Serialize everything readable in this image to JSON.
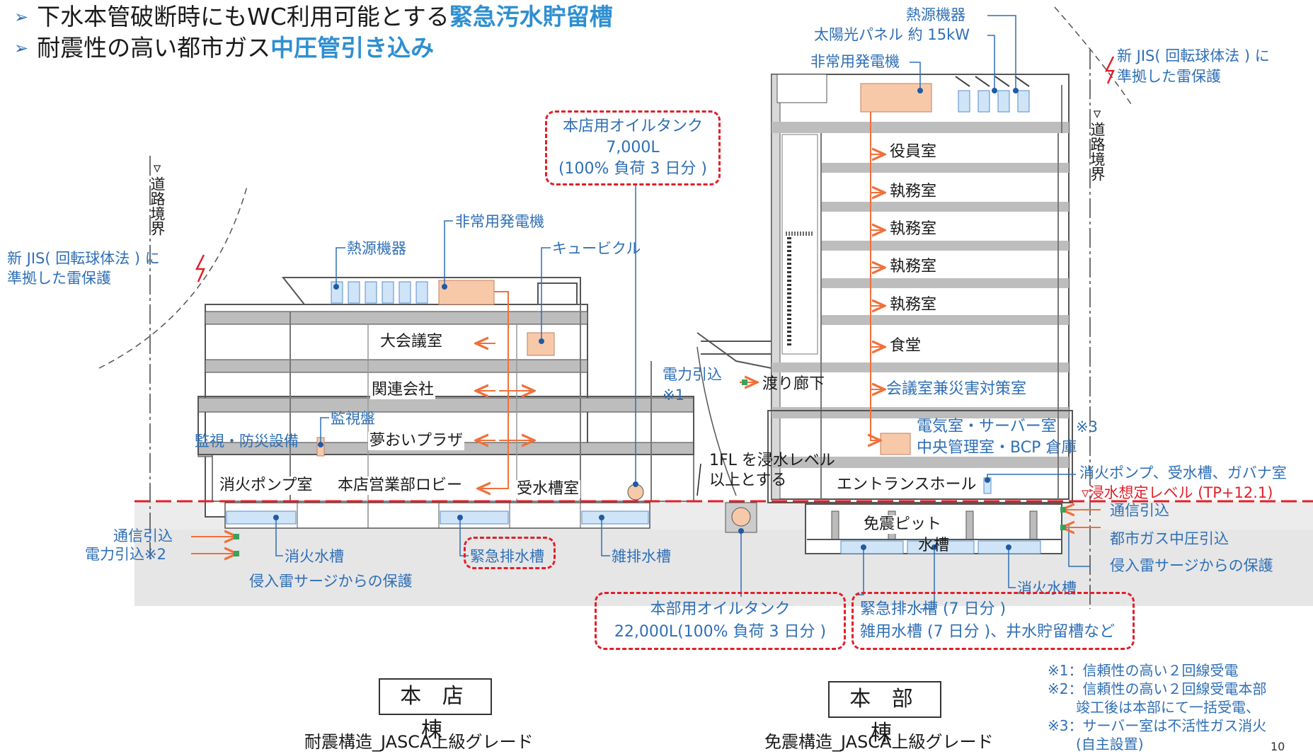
{
  "header": {
    "line1_prefix": "下水本管破断時にもWC利用可能とする",
    "line1_highlight": "緊急汚水貯留槽",
    "line2_prefix": "耐震性の高い都市ガス",
    "line2_highlight": "中圧管引き込み"
  },
  "left_building": {
    "road_boundary": "▿道路境界",
    "lightning_note_1": "新 JIS( 回転球体法 ) に",
    "lightning_note_2": "準拠した雷保護",
    "heat_source": "熱源機器",
    "generator": "非常用発電機",
    "cubicle": "キュービクル",
    "rooms": {
      "conference": "大会議室",
      "affiliate": "関連会社",
      "plaza": "夢おいプラザ",
      "lobby": "本店営業部ロビー",
      "fire_pump": "消火ポンプ室",
      "water_tank_room": "受水槽室"
    },
    "monitor_panel": "監視盤",
    "monitoring_equipment": "監視・防災設備",
    "telecom_in": "通信引込",
    "power_in": "電力引込※2",
    "surge_protection": "侵入雷サージからの保護",
    "fire_water_tank": "消火水槽",
    "emergency_drain_tank": "緊急排水槽",
    "misc_drain_tank": "雑排水槽",
    "oil_tank_box": [
      "本店用オイルタンク",
      "7,000L",
      "(100% 負荷 3 日分 )"
    ],
    "name": "本 店 棟",
    "structure": "耐震構造_JASCA上級グレード"
  },
  "center": {
    "power_in": "電力引込",
    "note1": "※1",
    "corridor": "渡り廊下",
    "fl_note_1": "1FL を浸水レベル",
    "fl_note_2": "以上とする",
    "oil_tank_box": [
      "本部用オイルタンク",
      "22,000L(100% 負荷 3 日分 )"
    ]
  },
  "right_building": {
    "heat_source": "熱源機器",
    "solar": "太陽光パネル 約 15kW",
    "generator": "非常用発電機",
    "lightning_note_1": "新 JIS( 回転球体法 ) に",
    "lightning_note_2": "準拠した雷保護",
    "road_boundary": "▿道路境界",
    "rooms": {
      "executive": "役員室",
      "office1": "執務室",
      "office2": "執務室",
      "office3": "執務室",
      "office4": "執務室",
      "cafeteria": "食堂",
      "conference_disaster": "会議室兼災害対策室",
      "electrical": "電気室・サーバー室",
      "central": "中央管理室・BCP 倉庫",
      "entrance": "エントランスホール",
      "isolation_pit": "免震ピット",
      "water_tank": "水槽"
    },
    "note3": "※3",
    "fire_pump_line": "消火ポンプ、受水槽、ガバナ室",
    "flood_level": "▿浸水想定レベル (TP+12.1)",
    "telecom_in": "通信引込",
    "gas_in": "都市ガス中圧引込",
    "surge_protection": "侵入雷サージからの保護",
    "fire_water_tank": "消火水槽",
    "tank_box": [
      "緊急排水槽 (7 日分 )",
      "雑用水槽 (7 日分 )、井水貯留槽など"
    ],
    "name": "本 部 棟",
    "structure": "免震構造_JASCA上級グレード"
  },
  "notes": [
    "※1：信頼性の高い２回線受電",
    "※2：信頼性の高い２回線受電本部",
    "　　竣工後は本部にて一括受電、",
    "※3：サーバー室は不活性ガス消火",
    "　　(自主設置)"
  ],
  "page_number": "10",
  "colors": {
    "label_blue": "#2f6fb5",
    "highlight_blue": "#2e8fd0",
    "red": "#e0202a",
    "equipment_fill": "#f8c9a8",
    "water_fill": "#cfe4f7",
    "ground_fill": "#e3e3e3"
  }
}
